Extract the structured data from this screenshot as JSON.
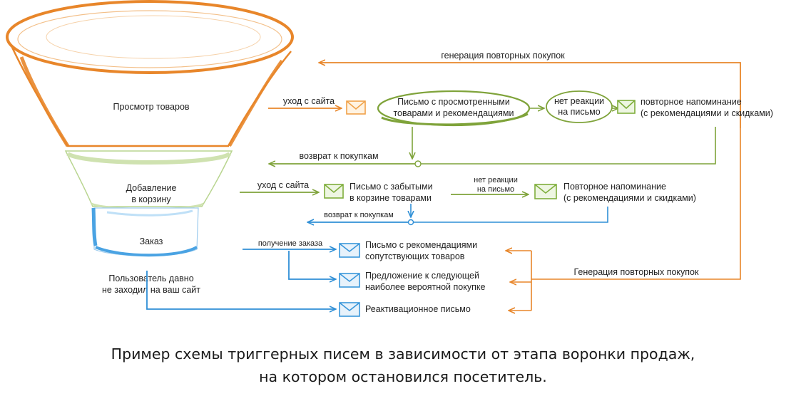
{
  "funnel": {
    "stage1": "Просмотр товаров",
    "stage2_l1": "Добавление",
    "stage2_l2": "в корзину",
    "stage3": "Заказ",
    "inactive_l1": "Пользователь давно",
    "inactive_l2": "не заходил на ваш сайт"
  },
  "row1": {
    "leave": "уход с сайта",
    "letter_l1": "Письмо с просмотренными",
    "letter_l2": "товарами и рекомендациями",
    "noreact_l1": "нет реакции",
    "noreact_l2": "на письмо",
    "remind_l1": "повторное напоминание",
    "remind_l2": "(с рекомендациями и скидками)",
    "return": "возврат к покупкам",
    "repeat": "генерация повторных покупок"
  },
  "row2": {
    "leave": "уход с сайта",
    "letter_l1": "Письмо с забытыми",
    "letter_l2": "в корзине товарами",
    "noreact_l1": "нет реакции",
    "noreact_l2": "на письмо",
    "remind_l1": "Повторное напоминание",
    "remind_l2": "(с рекомендациями и скидками)",
    "return": "возврат к покупкам"
  },
  "row3": {
    "order": "получение заказа",
    "rec_l1": "Письмо с рекомендациями",
    "rec_l2": "сопутствующих товаров",
    "next_l1": "Предложение к следующей",
    "next_l2": "наиболее вероятной покупке",
    "reactivation": "Реактивационное письмо",
    "repeat": "Генерация повторных покупок"
  },
  "caption": {
    "line1": "Пример схемы триггерных писем в зависимости от этапа воронки продаж,",
    "line2": "на котором остановился посетитель."
  },
  "colors": {
    "orange": "#e8862a",
    "green": "#7fa33a",
    "blue": "#2f8fd6",
    "envelope_orange": "#f0a24a",
    "envelope_green": "#7fae3c",
    "envelope_blue": "#3a97da"
  }
}
